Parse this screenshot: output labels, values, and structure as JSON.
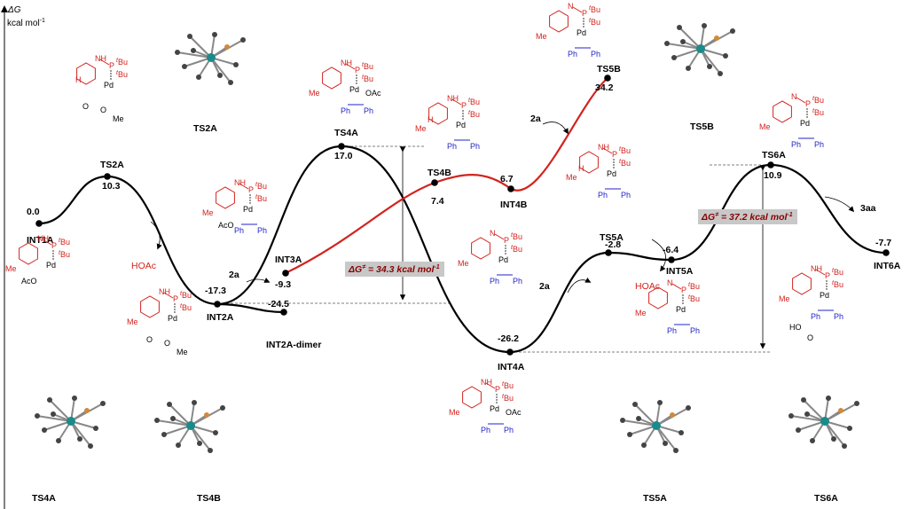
{
  "axis": {
    "symbol": "ΔG",
    "unit": "kcal mol",
    "unit_exp": "-1"
  },
  "colors": {
    "black_path": "#000000",
    "red_path": "#d2231e",
    "ligand": "#d2231e",
    "alkyne": "#2323c8",
    "barrier_box": "#c8c8c8",
    "barrier_text": "#8b0000"
  },
  "pathway_black": [
    {
      "label": "INT1A",
      "energy": "0.0"
    },
    {
      "label": "TS2A",
      "energy": "10.3"
    },
    {
      "label": "INT2A",
      "energy": "-17.3"
    },
    {
      "label": "TS4A",
      "energy": "17.0"
    },
    {
      "label": "INT4A",
      "energy": "-26.2"
    },
    {
      "label": "TS5A",
      "energy": "-2.8"
    },
    {
      "label": "INT5A",
      "energy": "-6.4"
    },
    {
      "label": "TS6A",
      "energy": "10.9"
    },
    {
      "label": "INT6A",
      "energy": "-7.7"
    }
  ],
  "dimer": {
    "label": "INT2A-dimer",
    "energy": "-24.5"
  },
  "pathway_red": [
    {
      "label": "INT3A",
      "energy": "-9.3"
    },
    {
      "label": "TS4B",
      "energy": "7.4"
    },
    {
      "label": "INT4B",
      "energy": "6.7"
    },
    {
      "label": "TS5B",
      "energy": "34.2"
    }
  ],
  "barriers": [
    {
      "symbol": "ΔG",
      "sup": "≠",
      "text": " = 34.3 kcal mol",
      "exp": "-1"
    },
    {
      "symbol": "ΔG",
      "sup": "≠",
      "text": " = 37.2 kcal mol",
      "exp": "-1"
    }
  ],
  "reagents": {
    "add_2a": "2a",
    "product": "3aa",
    "hoac": "HOAc"
  },
  "structure_labels": {
    "tbu": "Bu",
    "t": "t",
    "pd": "Pd",
    "p": "P",
    "nh": "NH",
    "n": "N",
    "h": "H",
    "oac": "OAc",
    "aco": "AcO",
    "ph": "Ph",
    "me": "Me",
    "o": "O",
    "ho": "HO"
  },
  "ts_3d_labels": {
    "ts2a": "TS2A",
    "ts5b": "TS5B",
    "ts4a": "TS4A",
    "ts4b": "TS4B",
    "ts5a": "TS5A",
    "ts6a": "TS6A"
  }
}
